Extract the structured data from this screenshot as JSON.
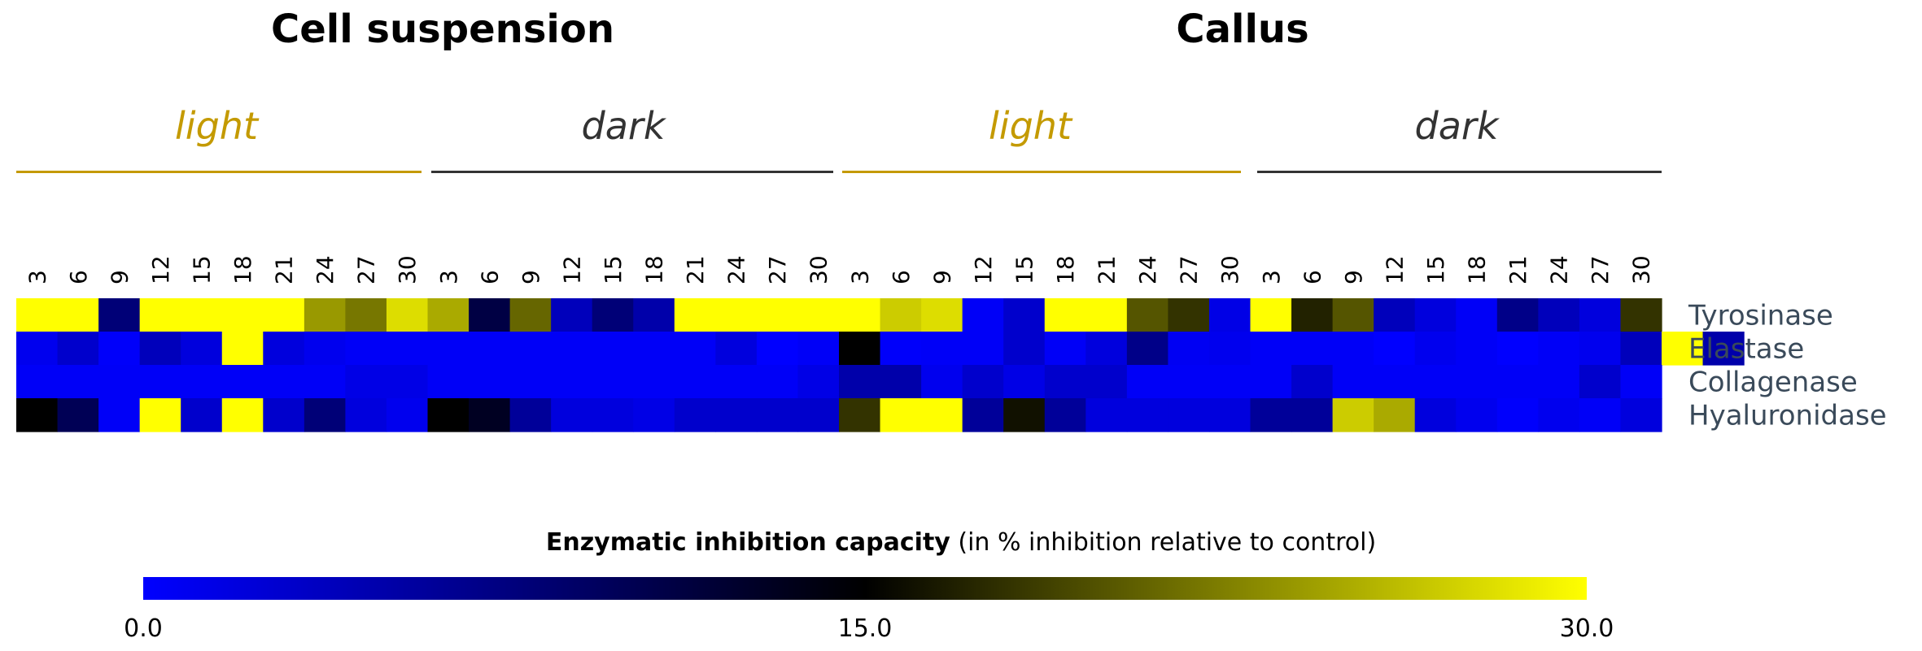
{
  "chart_data": {
    "type": "heatmap",
    "groups": [
      {
        "name": "Cell suspension",
        "conditions": [
          {
            "name": "light",
            "color": "#C49A00"
          },
          {
            "name": "dark",
            "color": "#333333"
          }
        ]
      },
      {
        "name": "Callus",
        "conditions": [
          {
            "name": "light",
            "color": "#C49A00"
          },
          {
            "name": "dark",
            "color": "#333333"
          }
        ]
      }
    ],
    "x_tick_labels": [
      "3",
      "6",
      "9",
      "12",
      "15",
      "18",
      "21",
      "24",
      "27",
      "30"
    ],
    "rows": [
      "Tyrosinase",
      "Elastase",
      "Collagenase",
      "Hyaluronidase"
    ],
    "values": [
      [
        30,
        30,
        8,
        30,
        30,
        30,
        30,
        24,
        22,
        28,
        25,
        11,
        21,
        4,
        8,
        5,
        30,
        30,
        30,
        30,
        30,
        27,
        28,
        0.5,
        3,
        30,
        30,
        20,
        18,
        1.5,
        30,
        17,
        20,
        4,
        2,
        0.5,
        7,
        4,
        2,
        18
      ],
      [
        1,
        3,
        0.3,
        4,
        2,
        30,
        2,
        1,
        0.5,
        0.5,
        0.5,
        0.5,
        0.5,
        0.5,
        0.5,
        0.5,
        0.5,
        2,
        0,
        0.5,
        15,
        0.3,
        0.5,
        0.5,
        3,
        0.5,
        2,
        7,
        0.7,
        1,
        0.5,
        0.5,
        0.5,
        0,
        1,
        0.5,
        0,
        0.5,
        1,
        4,
        30,
        5
      ],
      [
        0.5,
        0.5,
        0.5,
        0.5,
        0.5,
        0.5,
        0.5,
        0.5,
        1.5,
        1.5,
        0.5,
        0.5,
        0.5,
        0.5,
        0.5,
        0.5,
        0.5,
        0.5,
        0.5,
        1.5,
        5,
        5,
        1,
        3,
        1.5,
        3,
        3,
        0.5,
        0.5,
        0.5,
        0.5,
        3,
        0.5,
        0.5,
        0.5,
        0.5,
        0.5,
        0.5,
        3,
        0.5
      ],
      [
        15,
        10,
        0.5,
        30,
        3,
        30,
        3,
        8,
        2,
        1,
        15,
        13,
        6,
        2,
        2,
        1.5,
        3,
        3,
        3,
        3,
        18,
        30,
        30,
        6,
        16,
        6,
        2,
        2,
        2,
        2,
        6,
        6,
        27,
        25,
        2,
        1,
        0.2,
        1,
        0.5,
        2
      ]
    ],
    "colorbar": {
      "min": 0.0,
      "mid": 15.0,
      "max": 30.0,
      "tick_labels": [
        "0.0",
        "15.0",
        "30.0"
      ],
      "colors": [
        "#0000FF",
        "#000000",
        "#FFFF00"
      ]
    },
    "scale_title_bold": "Enzymatic inhibition capacity",
    "scale_title_rest": " (in % inhibition relative to control)"
  }
}
